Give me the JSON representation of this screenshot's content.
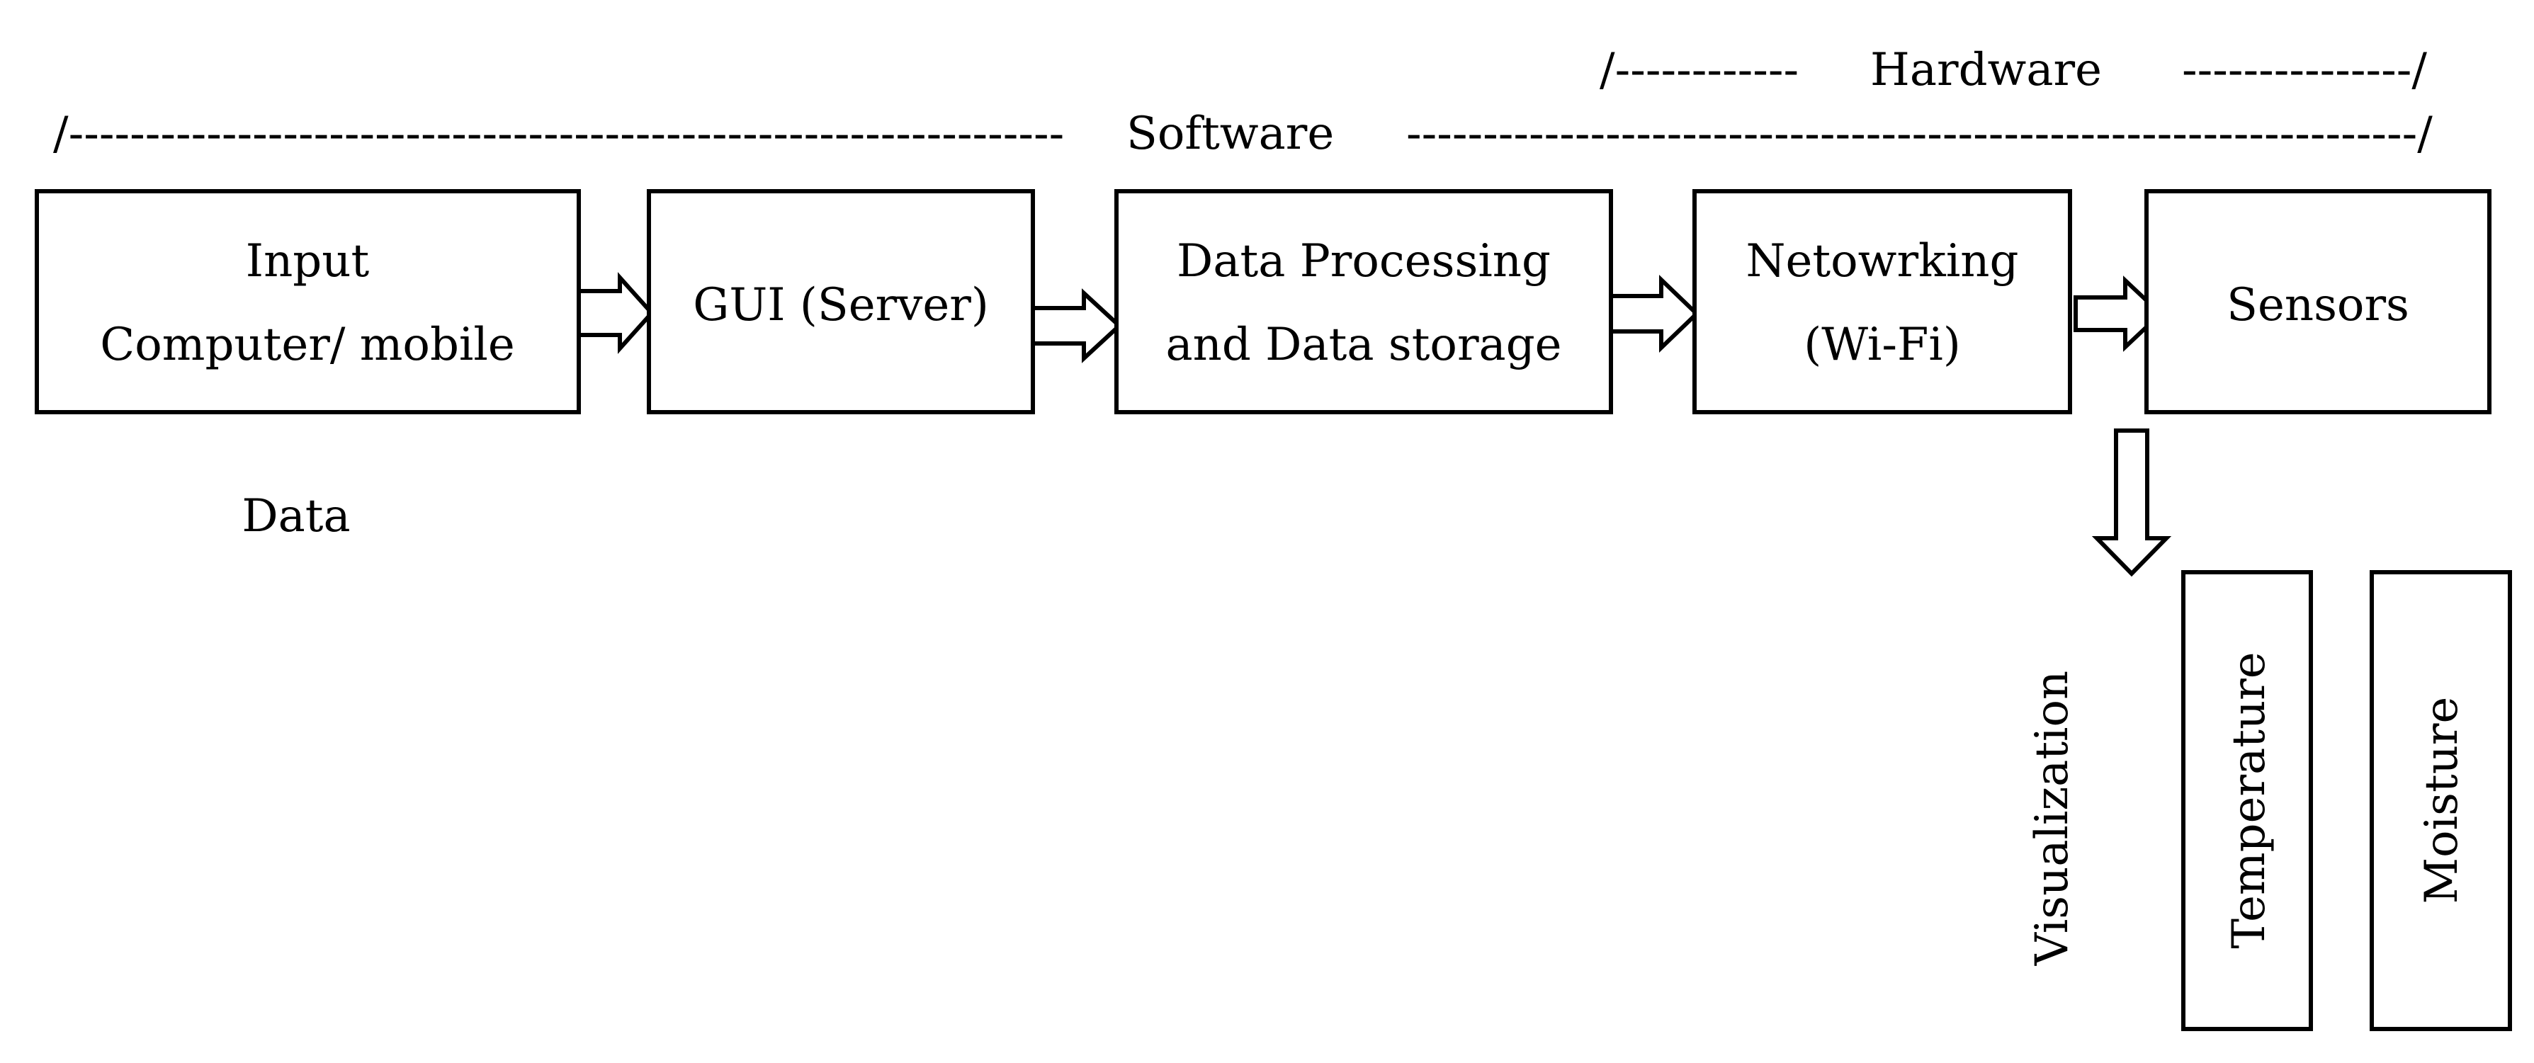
{
  "brackets": {
    "hardware": {
      "left": "/------------",
      "label": "Hardware",
      "right": "---------------/"
    },
    "software": {
      "left": "/-----------------------------------------------------------------",
      "label": "Software",
      "right": "------------------------------------------------------------------/"
    }
  },
  "boxes": {
    "input": {
      "line1": "Input",
      "line2": "Computer/ mobile"
    },
    "gui": {
      "line1": "GUI (Server)"
    },
    "processing": {
      "line1": "Data Processing",
      "line2": "and Data storage"
    },
    "networking": {
      "line1": "Netowrking",
      "line2": "(Wi-Fi)"
    },
    "sensors": {
      "line1": "Sensors"
    },
    "temperature": {
      "line1": "Temperature"
    },
    "moisture": {
      "line1": "Moisture"
    }
  },
  "labels": {
    "data": "Data",
    "visualization": "Visualization"
  }
}
